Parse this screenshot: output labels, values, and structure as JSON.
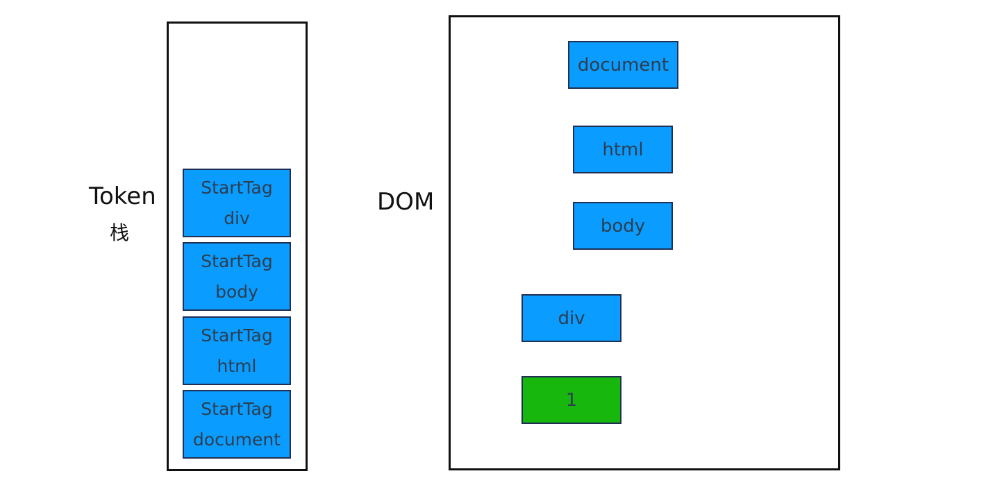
{
  "labels": {
    "token": "Token",
    "stack": "栈",
    "dom": "DOM"
  },
  "stack_items": [
    {
      "line1": "StartTag",
      "line2": "div"
    },
    {
      "line1": "StartTag",
      "line2": "body"
    },
    {
      "line1": "StartTag",
      "line2": "html"
    },
    {
      "line1": "StartTag",
      "line2": "document"
    }
  ],
  "dom_nodes": {
    "document": "document",
    "html": "html",
    "body": "body",
    "div": "div",
    "text": "1"
  },
  "colors": {
    "element_fill": "#0b9cff",
    "text_node_fill": "#18b70e",
    "border": "#111111"
  }
}
